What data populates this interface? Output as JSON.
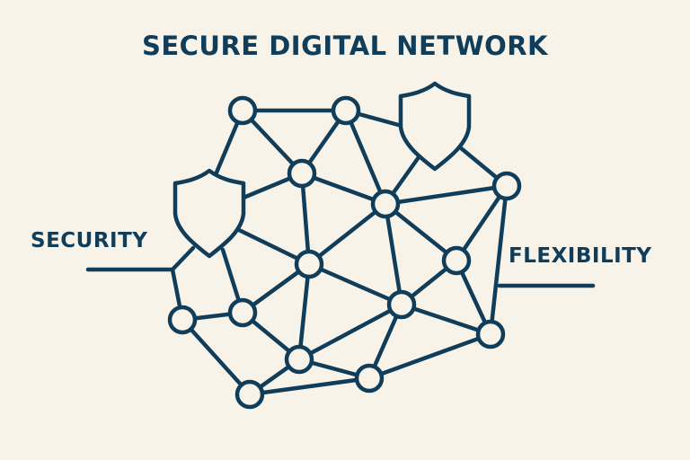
{
  "title": "SECURE DIGITAL NETWORK",
  "labels": {
    "security": "SECURITY",
    "flexibility": "FLEXIBILITY"
  },
  "colors": {
    "background": "#f8f3e9",
    "stroke": "#0f3d5a"
  }
}
